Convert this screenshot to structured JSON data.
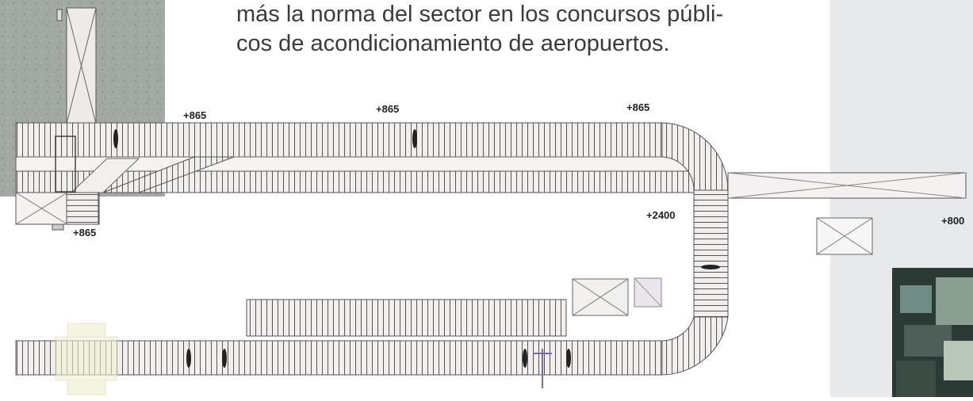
{
  "paragraph": {
    "lines": [
      "más la norma del sector en los concursos públi-",
      "cos de acondicionamiento de aeropuertos."
    ]
  },
  "elevation_labels": {
    "top_left": "+865",
    "top_center": "+865",
    "top_right": "+865",
    "bottom_left": "+865",
    "curve": "+2400",
    "far_right": "+800"
  },
  "colors": {
    "page_background": "#ffffff",
    "side_panel": "#e8e9ea",
    "text": "#3b3b3b",
    "conveyor_fill": "#f2eded",
    "conveyor_line": "#5a5a5a",
    "aerial_photo": "#9aa09a"
  }
}
